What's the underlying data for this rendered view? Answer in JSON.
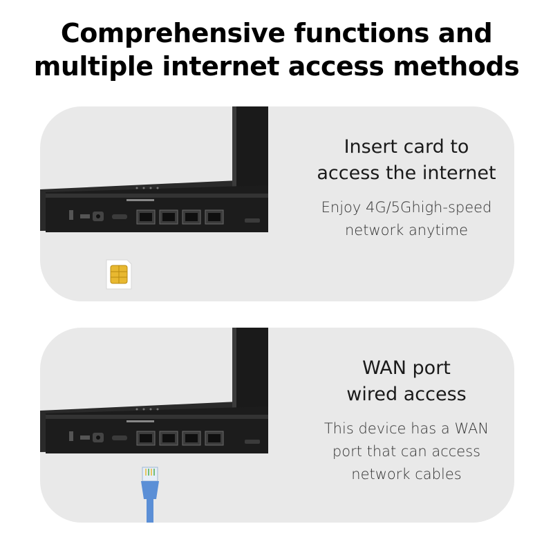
{
  "title": {
    "line1": "Comprehensive functions and",
    "line2": "multiple internet access methods"
  },
  "panels": [
    {
      "heading": [
        "Insert card to",
        "access the internet"
      ],
      "description": [
        "Enjoy 4G/5Ghigh-speed",
        "network anytime"
      ],
      "accessory_icon": "sim-card-icon"
    },
    {
      "heading": [
        "WAN port",
        "wired access"
      ],
      "description": [
        "This device has a WAN",
        "port that can access",
        "network cables"
      ],
      "accessory_icon": "ethernet-cable-icon"
    }
  ],
  "colors": {
    "panel": "#e9e9e9",
    "router": "#1b1b1b",
    "sim_gold": "#e8b830",
    "cable_blue": "#5b8fd6"
  }
}
